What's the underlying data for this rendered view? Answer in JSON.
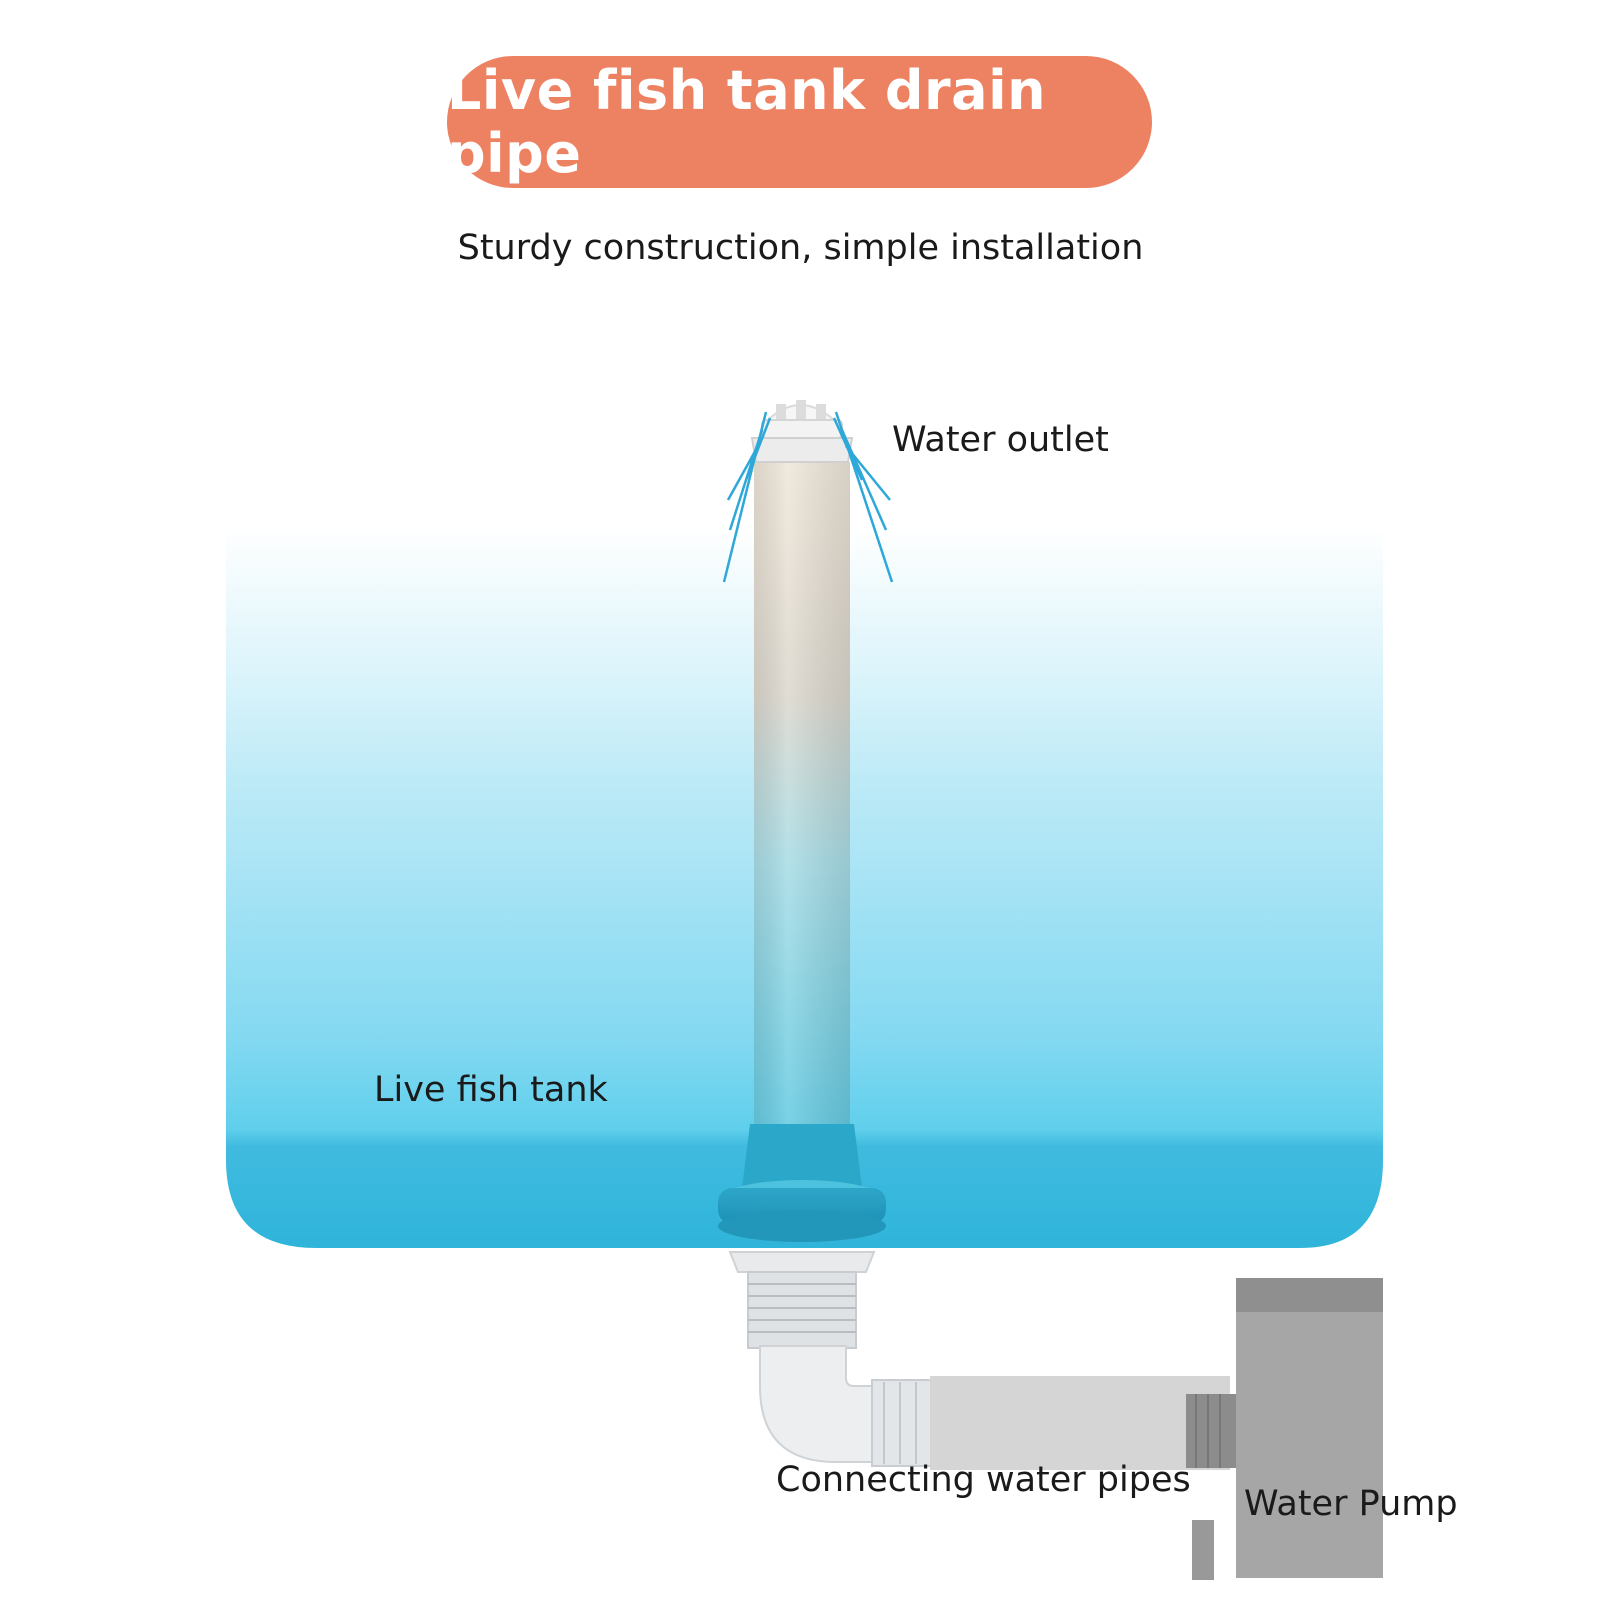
{
  "header": {
    "title": "Live fish tank drain pipe",
    "subtitle": "Sturdy construction, simple installation"
  },
  "labels": {
    "water_outlet": "Water outlet",
    "tank": "Live fish tank",
    "pipes": "Connecting water pipes",
    "pump": "Water Pump"
  },
  "colors": {
    "title_bg": "#ED8263",
    "water_top": "#FFFFFF",
    "water_mid": "#BEEBF7",
    "water_bottom": "#37B8DC",
    "flow_lines": "#2EA8D8",
    "pump": "#A6A6A6"
  }
}
